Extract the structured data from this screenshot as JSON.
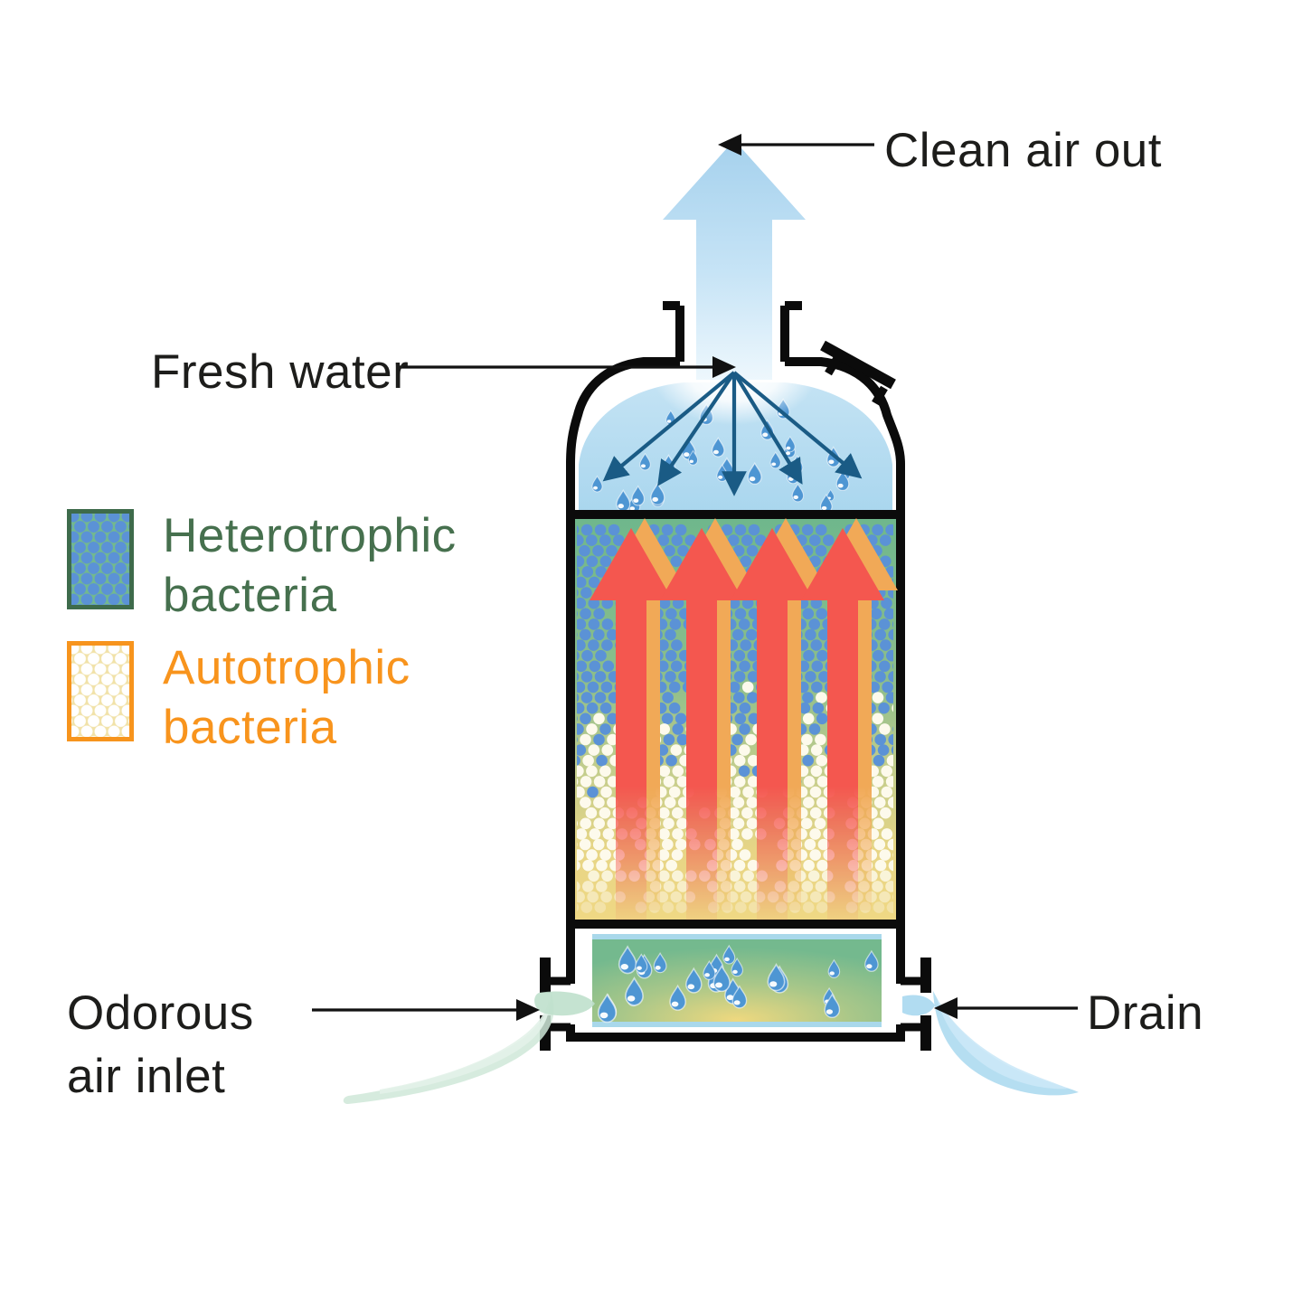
{
  "labels": {
    "clean_air_out": "Clean air out",
    "fresh_water": "Fresh water",
    "odorous_line1": "Odorous",
    "odorous_line2": "air inlet",
    "drain": "Drain"
  },
  "legend": {
    "items": [
      {
        "line1": "Heterotrophic",
        "line2": "bacteria",
        "text_color": "#46704E",
        "swatch": {
          "bg": "#73B98E",
          "border": "#3E6B4B",
          "dot": "#5B92D6"
        }
      },
      {
        "line1": "Autotrophic",
        "line2": "bacteria",
        "text_color": "#F8941D",
        "swatch": {
          "bg": "#F1E2A8",
          "border": "#F7941D",
          "dot": "#FFFFFF"
        }
      }
    ]
  },
  "colors": {
    "label_text": "#1D1D1B",
    "vessel_outline": "#0B0B0B",
    "clean_air_arrow_top": "#A5D1ED",
    "clean_air_arrow_bottom": "#EDF7FC",
    "spray_chamber": "#B5DBF0",
    "spray_arrow": "#1A5B85",
    "droplet_blue": "#4E96D3",
    "bed_green": "#6FB78C",
    "bed_yellow": "#F0D884",
    "bed_dot_blue": "#5B92D6",
    "bed_dot_white": "#FDFAEC",
    "bed_arrow_red": "#F4574F",
    "bed_arrow_orange": "#F1A957",
    "sump_green": "#74B98E",
    "sump_yellow": "#EED87F",
    "sump_edge": "#A9D8EB",
    "air_swoosh": "#CFE8D8",
    "water_swoosh": "#A8D8EF"
  }
}
